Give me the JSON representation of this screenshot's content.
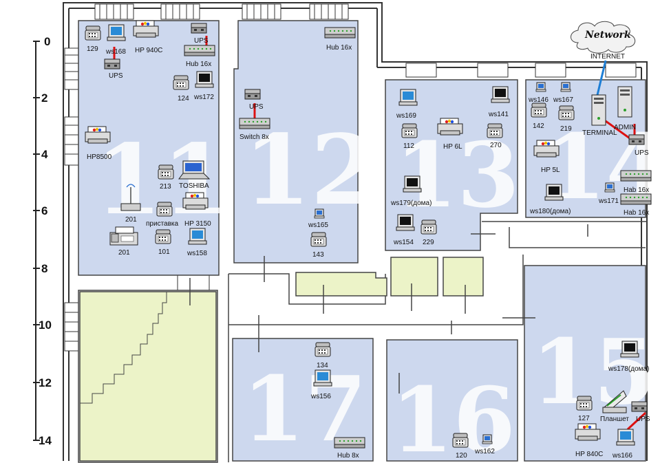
{
  "scale": {
    "marks": [
      "0",
      "2",
      "4",
      "6",
      "8",
      "10",
      "12",
      "14"
    ]
  },
  "rooms": [
    {
      "id": "11",
      "number": "11"
    },
    {
      "id": "12",
      "number": "12"
    },
    {
      "id": "13",
      "number": "13"
    },
    {
      "id": "14",
      "number": "14"
    },
    {
      "id": "15",
      "number": "15"
    },
    {
      "id": "16",
      "number": "16"
    },
    {
      "id": "17",
      "number": "17"
    }
  ],
  "network": {
    "cloud_label": "Network",
    "internet_label": "INTERNET"
  },
  "devices": {
    "r11": {
      "phone_129": "129",
      "ws168": "ws168",
      "hp940c": "HP 940C",
      "ups_top": "UPS",
      "ups_left": "UPS",
      "hub16x": "Hub 16x",
      "phone_124": "124",
      "ws172": "ws172",
      "hp8500": "HP8500",
      "phone_213": "213",
      "toshiba": "TOSHIBA",
      "wifi_201": "201",
      "pristavka": "приставка",
      "hp3150": "HP 3150",
      "fax_201": "201",
      "phone_101": "101",
      "ws158": "ws158"
    },
    "r12": {
      "hub16x": "Hub 16x",
      "ups": "UPS",
      "switch8x": "Switch 8x",
      "ws165": "ws165",
      "phone_143": "143"
    },
    "r13": {
      "ws169": "ws169",
      "ws141": "ws141",
      "phone_112": "112",
      "hp6l": "HP 6L",
      "phone_270": "270",
      "ws179": "ws179(дома)",
      "ws154": "ws154",
      "phone_229": "229"
    },
    "r14": {
      "ws146": "ws146",
      "ws167": "ws167",
      "phone_142": "142",
      "phone_219": "219",
      "terminal": "TERMINAL",
      "admin": "ADMIN",
      "ups": "UPS",
      "hp5l": "HP 5L",
      "hab1": "Hab 16x",
      "ws180": "ws180(дома)",
      "ws171": "ws171",
      "hab2": "Hab 16x"
    },
    "r15": {
      "ws178": "ws178(дома)",
      "phone_127": "127",
      "planshet": "Планшет",
      "ups": "UPS",
      "hp840c": "HP 840C",
      "ws166": "ws166"
    },
    "r16": {
      "phone_120": "120",
      "ws162": "ws162"
    },
    "r17": {
      "phone_134": "134",
      "ws156": "ws156",
      "hub8x": "Hub 8x"
    }
  },
  "colors": {
    "room": "#cdd8ee",
    "stair": "#ecf3c8",
    "line": "#333333",
    "lan": "#dd1111",
    "wan": "#1e7fd6"
  }
}
